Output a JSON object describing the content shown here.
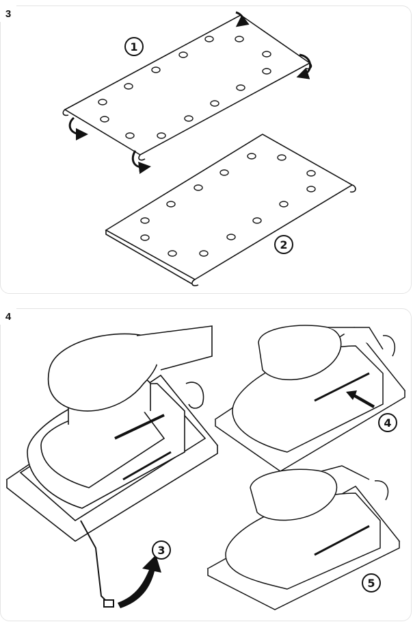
{
  "steps": {
    "step3": {
      "number": "3"
    },
    "step4": {
      "number": "4"
    }
  },
  "callouts": {
    "c1": "1",
    "c2": "2",
    "c3": "3",
    "c4": "4",
    "c5": "5"
  },
  "colors": {
    "line": "#111111",
    "panel_border": "#e3e3e3"
  }
}
